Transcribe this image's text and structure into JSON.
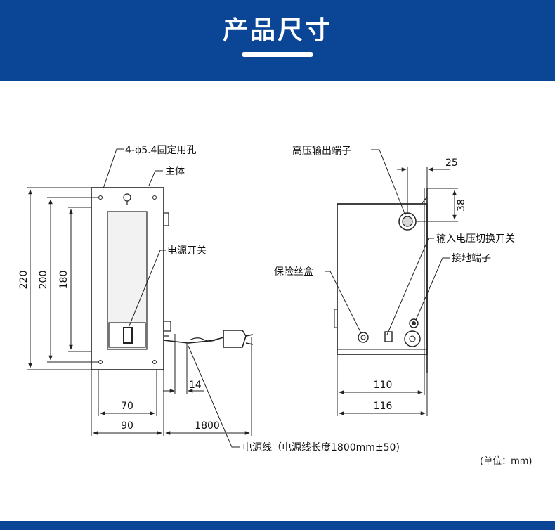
{
  "header": {
    "title": "产品尺寸"
  },
  "colors": {
    "brand": "#0a4596",
    "line": "#222222",
    "panel": "#f2f2f2"
  },
  "labels": {
    "mount_holes": "4-ϕ5.4固定用孔",
    "main_body": "主体",
    "power_switch": "电源开关",
    "hv_terminal": "高压输出端子",
    "voltage_switch": "输入电压切换开关",
    "ground_terminal": "接地端子",
    "fuse_box": "保险丝盒",
    "power_cord": "电源线（电源线长度1800mm±50)",
    "unit": "(单位：mm)"
  },
  "dimensions": {
    "h220": "220",
    "h200": "200",
    "h180": "180",
    "w14": "14",
    "w70": "70",
    "w90": "90",
    "cord1800": "1800",
    "w110": "110",
    "w116": "116",
    "d25": "25",
    "d38": "38"
  }
}
